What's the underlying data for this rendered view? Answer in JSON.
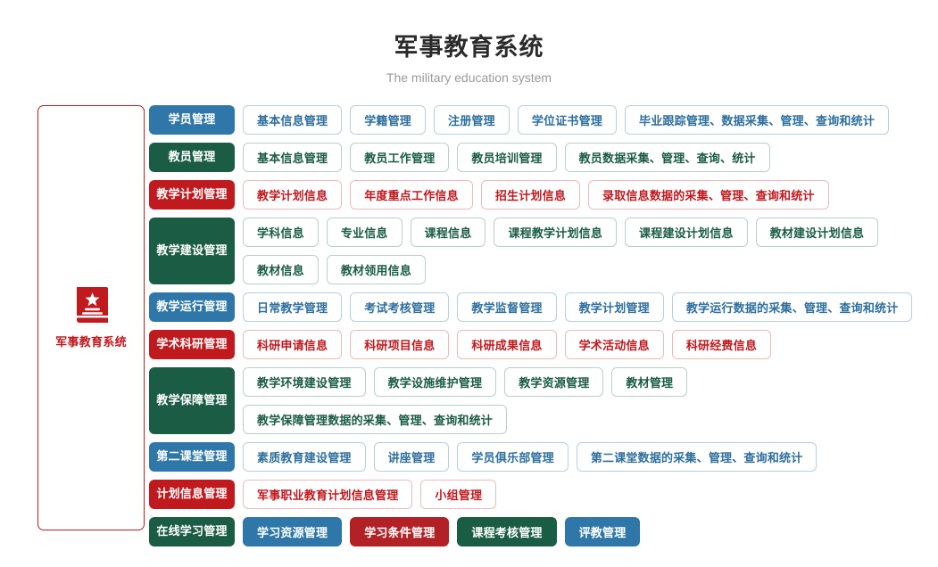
{
  "header": {
    "title": "军事教育系统",
    "subtitle": "The military education system"
  },
  "sidebar": {
    "icon": "book-star-icon",
    "label": "军事教育系统",
    "accent_color": "#c0191e"
  },
  "colors": {
    "blue": "#2e77a8",
    "green": "#1b5c45",
    "red": "#c0191e",
    "red_fill": "#b22126",
    "blue_border": "#b3d0e4",
    "green_border": "#b6d2c6",
    "red_border": "#eeb9bb",
    "title": "#2b2b2b",
    "subtitle": "#9a9a9a"
  },
  "rows": [
    {
      "label": "学员管理",
      "color": "blue",
      "style": "outline",
      "items": [
        "基本信息管理",
        "学籍管理",
        "注册管理",
        "学位证书管理",
        "毕业跟踪管理、数据采集、管理、查询和统计"
      ]
    },
    {
      "label": "教员管理",
      "color": "green",
      "style": "outline",
      "items": [
        "基本信息管理",
        "教员工作管理",
        "教员培训管理",
        "教员数据采集、管理、查询、统计"
      ]
    },
    {
      "label": "教学计划管理",
      "color": "red",
      "style": "outline",
      "items": [
        "教学计划信息",
        "年度重点工作信息",
        "招生计划信息",
        "录取信息数据的采集、管理、查询和统计"
      ]
    },
    {
      "label": "教学建设管理",
      "color": "green",
      "style": "outline",
      "tall": true,
      "items": [
        "学科信息",
        "专业信息",
        "课程信息",
        "课程教学计划信息",
        "课程建设计划信息",
        "教材建设计划信息",
        "教材信息",
        "教材领用信息"
      ]
    },
    {
      "label": "教学运行管理",
      "color": "blue",
      "style": "outline",
      "items": [
        "日常教学管理",
        "考试考核管理",
        "教学监督管理",
        "教学计划管理",
        "教学运行数据的采集、管理、查询和统计"
      ]
    },
    {
      "label": "学术科研管理",
      "color": "red",
      "style": "outline",
      "items": [
        "科研申请信息",
        "科研项目信息",
        "科研成果信息",
        "学术活动信息",
        "科研经费信息"
      ]
    },
    {
      "label": "教学保障管理",
      "color": "green",
      "style": "outline",
      "items": [
        "教学环境建设管理",
        "教学设施维护管理",
        "教学资源管理",
        "教材管理",
        "教学保障管理数据的采集、管理、查询和统计"
      ]
    },
    {
      "label": "第二课堂管理",
      "color": "blue",
      "style": "outline",
      "items": [
        "素质教育建设管理",
        "讲座管理",
        "学员俱乐部管理",
        "第二课堂数据的采集、管理、查询和统计"
      ]
    },
    {
      "label": "计划信息管理",
      "color": "red",
      "style": "outline",
      "items": [
        "军事职业教育计划信息管理",
        "小组管理"
      ]
    },
    {
      "label": "在线学习管理",
      "color": "green",
      "style": "filled",
      "item_colors": [
        "fill-blue",
        "fill-red",
        "fill-green",
        "fill-blue"
      ],
      "items": [
        "学习资源管理",
        "学习条件管理",
        "课程考核管理",
        "评教管理"
      ]
    }
  ]
}
